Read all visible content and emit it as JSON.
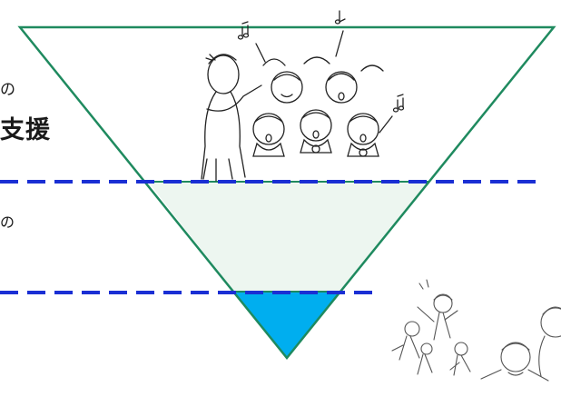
{
  "labels": {
    "top_partial_1": "の",
    "top_partial_2": "支援",
    "middle_partial": "の"
  },
  "illustrations": {
    "choir": "children-choir-with-conductor-illustration",
    "playing": "children-playing-with-caregiver-illustration"
  },
  "colors": {
    "triangle_outline": "#1f8a5f",
    "middle_band_fill": "#edf6f0",
    "bottom_tip_fill": "#00aeef",
    "dashed_divider": "#1a2fd4",
    "ink": "#222222"
  }
}
